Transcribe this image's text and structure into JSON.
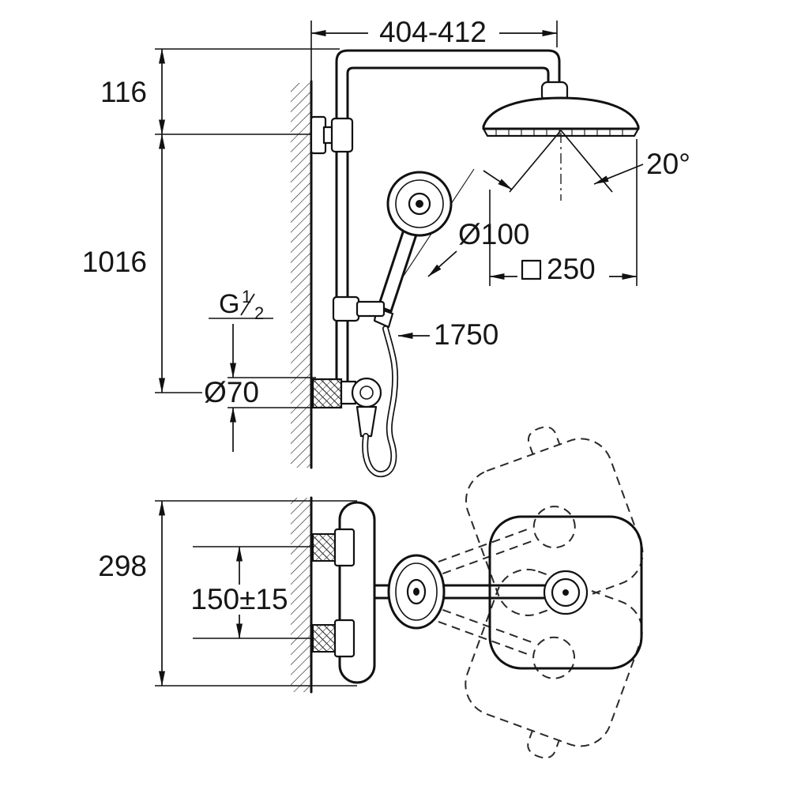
{
  "page": {
    "background": "#ffffff",
    "line_color": "#111111"
  },
  "top_view": {
    "dim_width_top": "404-412",
    "dim_116": "116",
    "dim_1016": "1016",
    "thread_g": "G",
    "thread_num": "1",
    "thread_den": "2",
    "dim_dia70": "Ø70",
    "dim_dia100": "Ø100",
    "dim_angle": "20°",
    "dim_head_size": "250",
    "dim_hose": "1750"
  },
  "plan_view": {
    "dim_298": "298",
    "dim_150": "150±15"
  }
}
